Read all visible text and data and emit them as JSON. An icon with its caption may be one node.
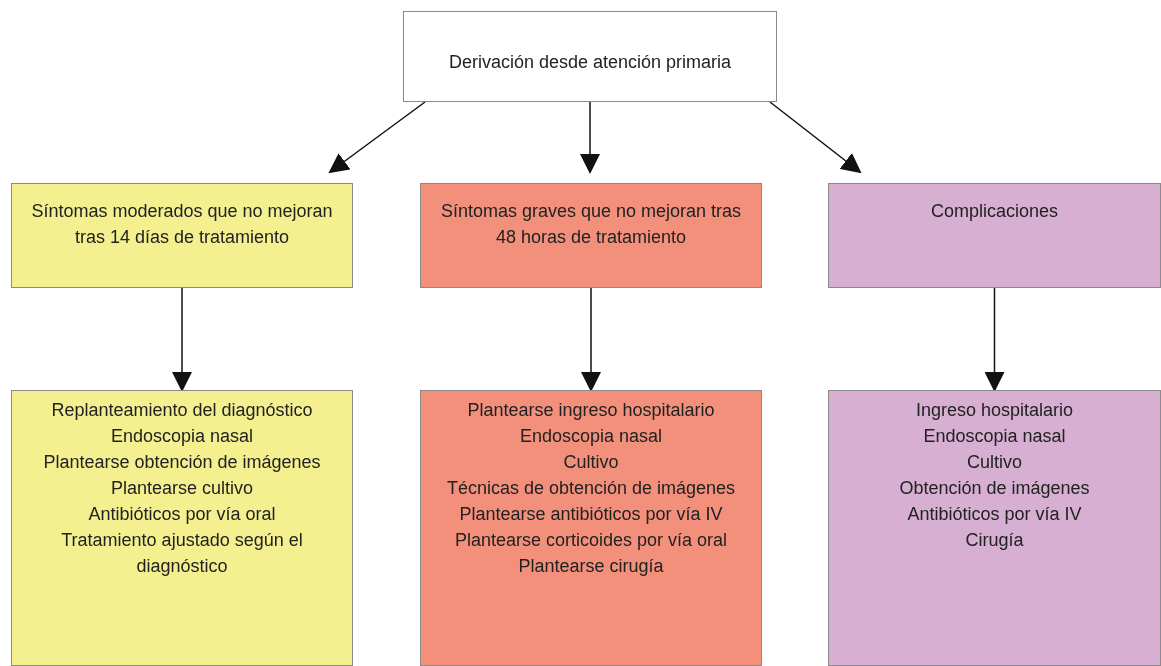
{
  "diagram": {
    "nodes": [
      {
        "text": [
          "Derivación desde atención primaria"
        ]
      },
      {
        "text": [
          "Síntomas moderados que no mejoran tras 14 días de tratamiento"
        ]
      },
      {
        "text": [
          "Síntomas graves que no mejoran tras 48 horas de tratamiento"
        ]
      },
      {
        "text": [
          "Complicaciones"
        ]
      },
      {
        "text": [
          "Replanteamiento del diagnóstico",
          "Endoscopia nasal",
          "Plantearse obtención de imágenes",
          "Plantearse cultivo",
          "Antibióticos por vía oral",
          "Tratamiento ajustado según el diagnóstico"
        ]
      },
      {
        "text": [
          "Plantearse ingreso hospitalario",
          "Endoscopia nasal",
          "Cultivo",
          "Técnicas de obtención de imágenes",
          "Plantearse antibióticos por vía IV",
          "Plantearse corticoides por vía oral",
          "Plantearse cirugía"
        ]
      },
      {
        "text": [
          "Ingreso hospitalario",
          "Endoscopia nasal",
          "Cultivo",
          "Obtención de imágenes",
          "Antibióticos por vía IV",
          "Cirugía"
        ]
      }
    ],
    "edges": [
      {
        "from": 0,
        "to": 1,
        "arrow": "to"
      },
      {
        "from": 0,
        "to": 2,
        "arrow": "to"
      },
      {
        "from": 0,
        "to": 3,
        "arrow": "to"
      },
      {
        "from": 1,
        "to": 4,
        "arrow": "to"
      },
      {
        "from": 2,
        "to": 5,
        "arrow": "to"
      },
      {
        "from": 3,
        "to": 6,
        "arrow": "to"
      }
    ]
  }
}
